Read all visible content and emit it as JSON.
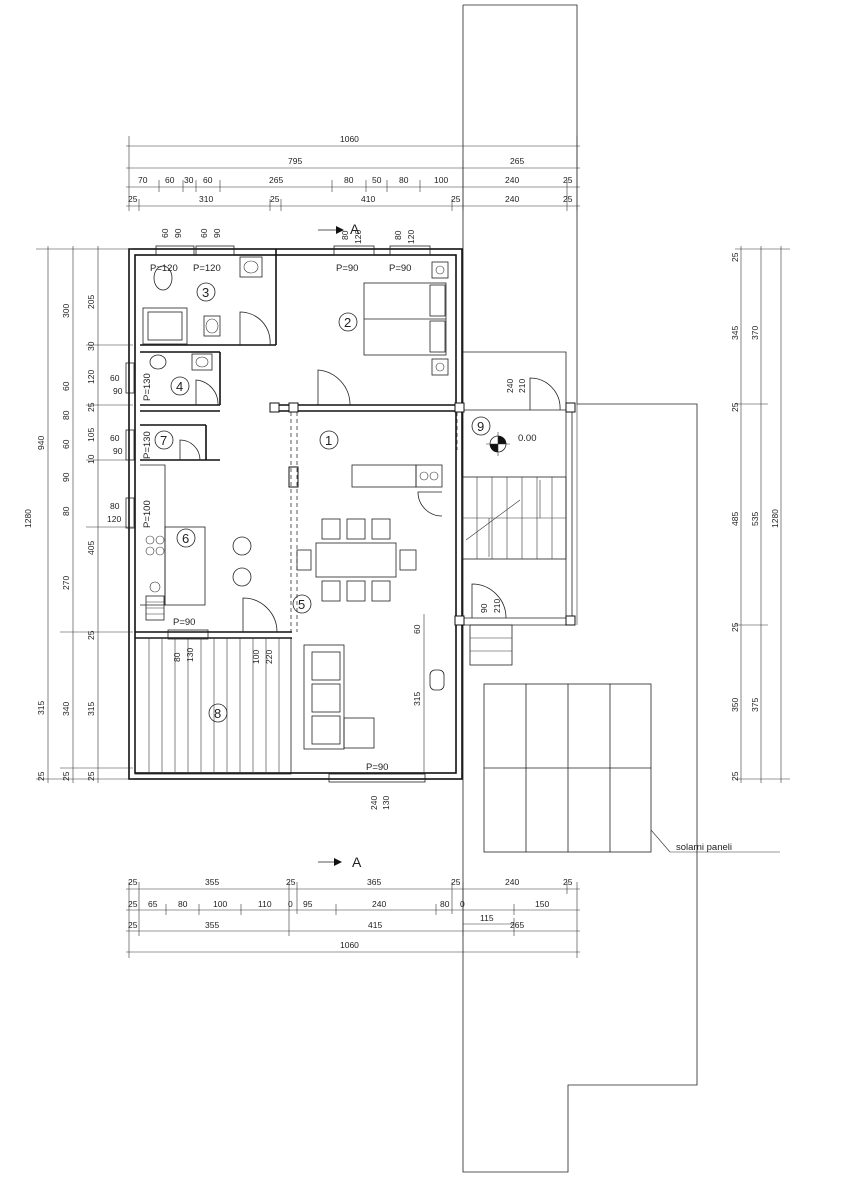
{
  "section_marker": "A",
  "solar_label": "solarni paneli",
  "level": "0.00",
  "rooms": [
    "1",
    "2",
    "3",
    "4",
    "5",
    "6",
    "7",
    "8",
    "9"
  ],
  "openings": {
    "p120a": "P=120",
    "p120b": "P=120",
    "p90a": "P=90",
    "p90b": "P=90",
    "p130a": "P=130",
    "p130b": "P=130",
    "p100": "P=100",
    "p90kit": "P=90",
    "p90bottom": "P=90"
  },
  "dims_top": {
    "row1": [
      "1060"
    ],
    "row2": [
      "795",
      "265"
    ],
    "row3": [
      "70",
      "60",
      "30",
      "60",
      "265",
      "80",
      "50",
      "80",
      "100",
      "240",
      "25"
    ],
    "row4": [
      "25",
      "310",
      "25",
      "410",
      "25",
      "240",
      "25"
    ]
  },
  "dims_bottom": {
    "row1": [
      "25",
      "355",
      "25",
      "365",
      "25",
      "240",
      "25"
    ],
    "row2": [
      "25",
      "65",
      "80",
      "100",
      "110",
      "0",
      "95",
      "240",
      "80",
      "0",
      "150"
    ],
    "row2b": [
      "115"
    ],
    "row3": [
      "25",
      "355",
      "415",
      "265"
    ],
    "row4": [
      "1060"
    ]
  },
  "dims_left": {
    "outer": [
      "1280"
    ],
    "mid": [
      "940",
      "315",
      "25"
    ],
    "inner": [
      "300",
      "60",
      "80",
      "60",
      "90",
      "80",
      "270",
      "340",
      "25"
    ],
    "innermost": [
      "205",
      "30",
      "120",
      "25",
      "105",
      "10",
      "405",
      "25",
      "315",
      "25"
    ]
  },
  "dims_right": {
    "inner": [
      "25",
      "345",
      "25",
      "485",
      "25",
      "350",
      "25"
    ],
    "mid": [
      "370",
      "535",
      "375"
    ],
    "outer": [
      "1280"
    ]
  },
  "window_marks": {
    "w1": [
      "60",
      "90"
    ],
    "w2": [
      "60",
      "90"
    ],
    "w3": [
      "80",
      "120"
    ],
    "w4": [
      "80",
      "120"
    ],
    "w5": [
      "60",
      "90"
    ],
    "w6": [
      "60",
      "90"
    ],
    "w7": [
      "80",
      "120"
    ],
    "w8": [
      "80",
      "130"
    ],
    "w9": [
      "100",
      "220"
    ],
    "w10": [
      "240",
      "130"
    ],
    "w11": [
      "240",
      "210"
    ],
    "w12": [
      "90",
      "210"
    ],
    "w13": [
      "60"
    ],
    "w14": [
      "315"
    ]
  }
}
